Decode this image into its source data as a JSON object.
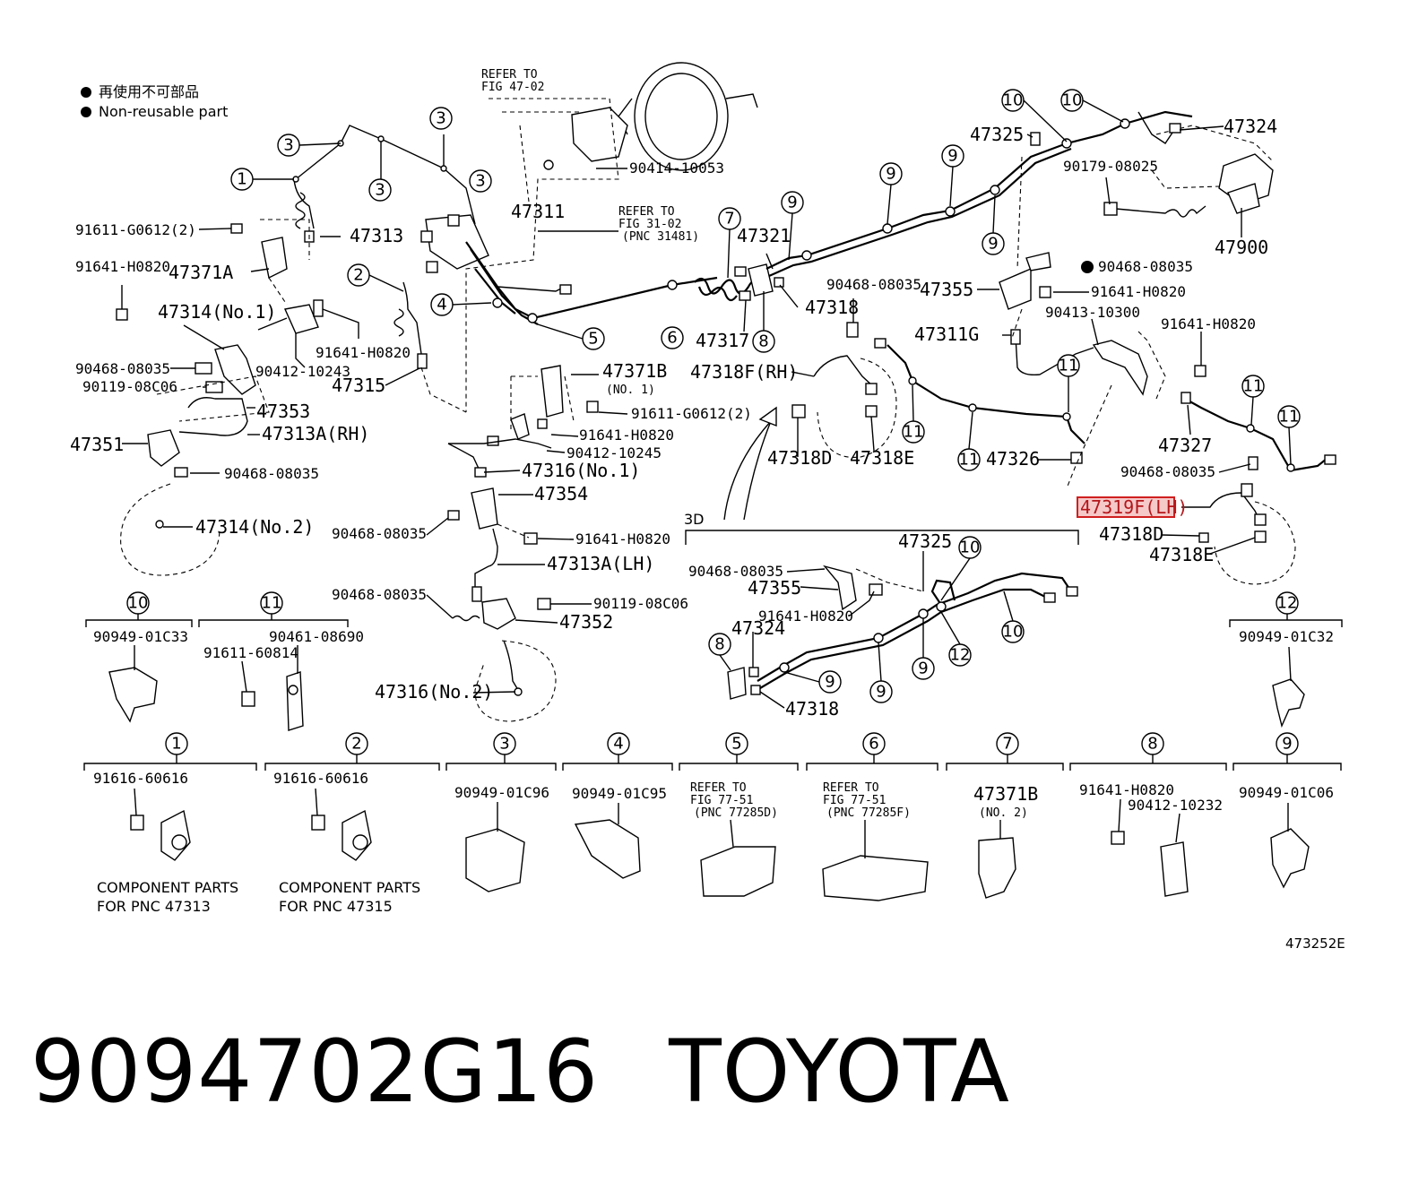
{
  "legend": {
    "jp": "再使用不可部品",
    "en": "Non-reusable part"
  },
  "figure_id": "473252E",
  "footer": {
    "part_number": "9094702G16",
    "brand": "TOYOTA"
  },
  "highlight_label": "47319F(LH)",
  "section_3d": "3D",
  "labels": [
    {
      "id": "refer-47-02-a",
      "text": "REFER TO"
    },
    {
      "id": "refer-47-02-b",
      "text": "FIG 47-02"
    },
    {
      "id": "p90414",
      "text": "90414-10053"
    },
    {
      "id": "p47311",
      "text": "47311"
    },
    {
      "id": "refer-31-02-a",
      "text": "REFER TO"
    },
    {
      "id": "refer-31-02-b",
      "text": "FIG 31-02"
    },
    {
      "id": "refer-31-02-c",
      "text": "(PNC 31481)"
    },
    {
      "id": "p91611g",
      "text": "91611-G0612(2)"
    },
    {
      "id": "p47313",
      "text": "47313"
    },
    {
      "id": "p91641a",
      "text": "91641-H0820"
    },
    {
      "id": "p47371a",
      "text": "47371A"
    },
    {
      "id": "p47314no1",
      "text": "47314(No.1)"
    },
    {
      "id": "p91641b",
      "text": "91641-H0820"
    },
    {
      "id": "p90412a",
      "text": "90412-10243"
    },
    {
      "id": "p90468a",
      "text": "90468-08035"
    },
    {
      "id": "p90119a",
      "text": "90119-08C06"
    },
    {
      "id": "p47315",
      "text": "47315"
    },
    {
      "id": "p47353",
      "text": "47353"
    },
    {
      "id": "p47351",
      "text": "47351"
    },
    {
      "id": "p47313arh",
      "text": "47313A(RH)"
    },
    {
      "id": "p90468b",
      "text": "90468-08035"
    },
    {
      "id": "p47314no2",
      "text": "47314(No.2)"
    },
    {
      "id": "p47371b",
      "text": "47371B"
    },
    {
      "id": "p47371bno1",
      "text": "(NO. 1)"
    },
    {
      "id": "p91611g2",
      "text": "91611-G0612(2)"
    },
    {
      "id": "p91641c",
      "text": "91641-H0820"
    },
    {
      "id": "p90412b",
      "text": "90412-10245"
    },
    {
      "id": "p47316no1",
      "text": "47316(No.1)"
    },
    {
      "id": "p47354",
      "text": "47354"
    },
    {
      "id": "p90468c",
      "text": "90468-08035"
    },
    {
      "id": "p91641d",
      "text": "91641-H0820"
    },
    {
      "id": "p47313alh",
      "text": "47313A(LH)"
    },
    {
      "id": "p90468d",
      "text": "90468-08035"
    },
    {
      "id": "p90119b",
      "text": "90119-08C06"
    },
    {
      "id": "p47352",
      "text": "47352"
    },
    {
      "id": "p47316no2",
      "text": "47316(No.2)"
    },
    {
      "id": "p47321",
      "text": "47321"
    },
    {
      "id": "p47318a",
      "text": "47318"
    },
    {
      "id": "p47317",
      "text": "47317"
    },
    {
      "id": "p90468e",
      "text": "90468-08035"
    },
    {
      "id": "p47355a",
      "text": "47355"
    },
    {
      "id": "p47311g",
      "text": "47311G"
    },
    {
      "id": "p47318frh",
      "text": "47318F(RH)"
    },
    {
      "id": "p47318d",
      "text": "47318D"
    },
    {
      "id": "p47318e",
      "text": "47318E"
    },
    {
      "id": "p47326",
      "text": "47326"
    },
    {
      "id": "p47325a",
      "text": "47325"
    },
    {
      "id": "p47324a",
      "text": "47324"
    },
    {
      "id": "p90179",
      "text": "90179-08025"
    },
    {
      "id": "p47900",
      "text": "47900"
    },
    {
      "id": "p90468f",
      "text": "90468-08035"
    },
    {
      "id": "p91641e",
      "text": "91641-H0820"
    },
    {
      "id": "p90413",
      "text": "90413-10300"
    },
    {
      "id": "p91641f",
      "text": "91641-H0820"
    },
    {
      "id": "p47327",
      "text": "47327"
    },
    {
      "id": "p90468g",
      "text": "90468-08035"
    },
    {
      "id": "p47318d2",
      "text": "47318D"
    },
    {
      "id": "p47318e2",
      "text": "47318E"
    },
    {
      "id": "p90468h",
      "text": "90468-08035"
    },
    {
      "id": "p47355b",
      "text": "47355"
    },
    {
      "id": "p91641g",
      "text": "91641-H0820"
    },
    {
      "id": "p47325b",
      "text": "47325"
    },
    {
      "id": "p47324b",
      "text": "47324"
    },
    {
      "id": "p47318b",
      "text": "47318"
    },
    {
      "id": "c10",
      "text": "90949-01C33"
    },
    {
      "id": "c11a",
      "text": "90461-08690"
    },
    {
      "id": "c11b",
      "text": "91611-60814"
    },
    {
      "id": "c12",
      "text": "90949-01C32"
    },
    {
      "id": "c1",
      "text": "91616-60616"
    },
    {
      "id": "c1-note-a",
      "text": "COMPONENT PARTS"
    },
    {
      "id": "c1-note-b",
      "text": "FOR PNC 47313"
    },
    {
      "id": "c2",
      "text": "91616-60616"
    },
    {
      "id": "c2-note-a",
      "text": "COMPONENT PARTS"
    },
    {
      "id": "c2-note-b",
      "text": "FOR PNC 47315"
    },
    {
      "id": "c3",
      "text": "90949-01C96"
    },
    {
      "id": "c4",
      "text": "90949-01C95"
    },
    {
      "id": "c5a",
      "text": "REFER TO"
    },
    {
      "id": "c5b",
      "text": "FIG 77-51"
    },
    {
      "id": "c5c",
      "text": "(PNC 77285D)"
    },
    {
      "id": "c6a",
      "text": "REFER TO"
    },
    {
      "id": "c6b",
      "text": "FIG 77-51"
    },
    {
      "id": "c6c",
      "text": "(PNC 77285F)"
    },
    {
      "id": "c7a",
      "text": "47371B"
    },
    {
      "id": "c7b",
      "text": "(NO. 2)"
    },
    {
      "id": "c8a",
      "text": "91641-H0820"
    },
    {
      "id": "c8b",
      "text": "90412-10232"
    },
    {
      "id": "c9",
      "text": "90949-01C06"
    }
  ],
  "callouts": [
    "1",
    "2",
    "3",
    "4",
    "5",
    "6",
    "7",
    "8",
    "9",
    "10",
    "11",
    "12"
  ]
}
